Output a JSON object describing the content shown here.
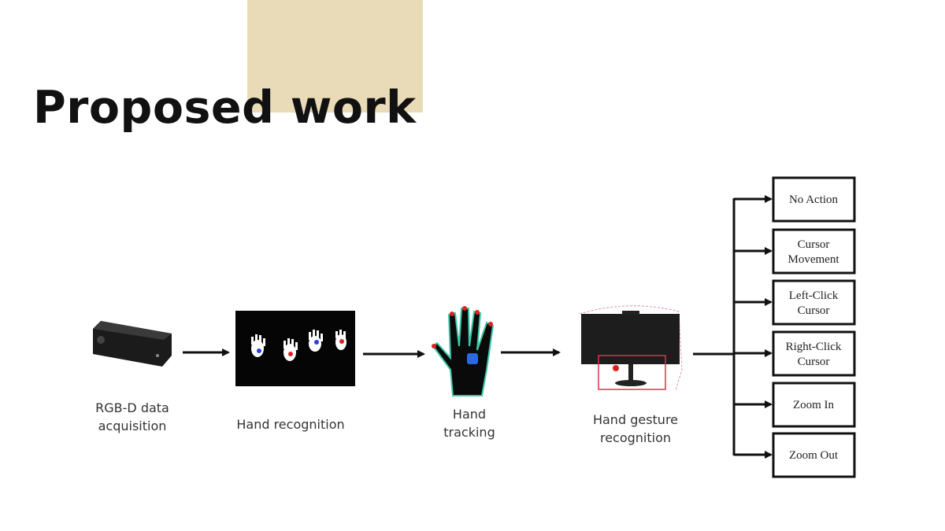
{
  "slide": {
    "title": "Proposed work"
  },
  "pipeline": {
    "stages": [
      {
        "label_lines": [
          "RGB-D data",
          "acquisition"
        ],
        "icon": "depth-camera-icon"
      },
      {
        "label_lines": [
          "Hand recognition"
        ],
        "icon": "hand-segmentation-image"
      },
      {
        "label_lines": [
          "Hand",
          "tracking"
        ],
        "icon": "hand-tracking-image"
      },
      {
        "label_lines": [
          "Hand gesture",
          "recognition"
        ],
        "icon": "monitor-gesture-image"
      }
    ],
    "actions": [
      {
        "lines": [
          "No Action"
        ]
      },
      {
        "lines": [
          "Cursor",
          "Movement"
        ]
      },
      {
        "lines": [
          "Left-Click",
          "Cursor"
        ]
      },
      {
        "lines": [
          "Right-Click",
          "Cursor"
        ]
      },
      {
        "lines": [
          "Zoom In"
        ]
      },
      {
        "lines": [
          "Zoom Out"
        ]
      }
    ]
  },
  "colors": {
    "accent": "#e9dbb8",
    "marker_red": "#e02020",
    "marker_blue": "#2a3fe0"
  }
}
